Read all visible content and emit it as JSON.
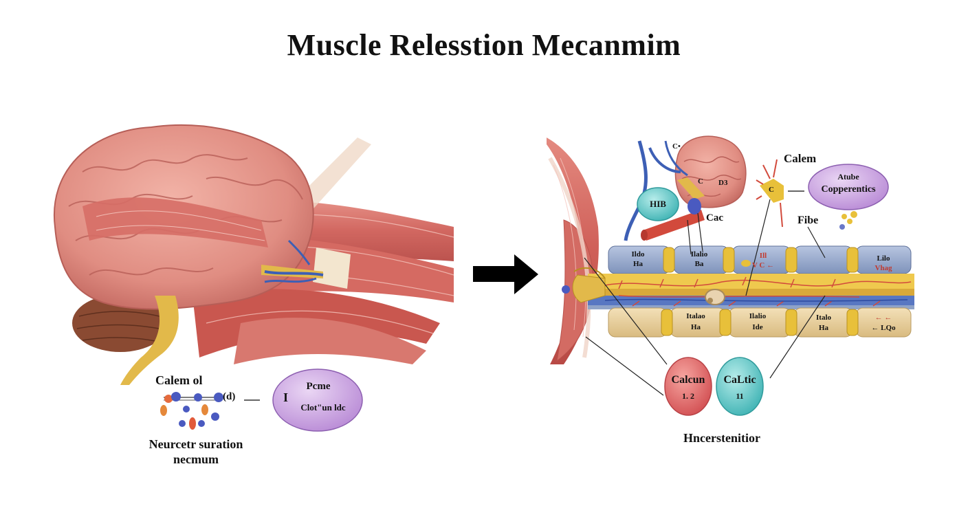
{
  "title": "Muscle Relesstion  Mecanmim",
  "left_panel": {
    "calcium_label": "Calem ol",
    "molecule_tag": "(d)",
    "oval_marker": "I",
    "oval_line1": "Pcme",
    "oval_line2": "Clot\"un ldc",
    "caption_line1": "Neurcetr suration",
    "caption_line2": "necmum"
  },
  "right_panel": {
    "c_top": "C•",
    "c_brain": "C",
    "c_d3": "D3",
    "hib": "HIB",
    "cac": "Cac",
    "calem": "Calem",
    "oval_line1": "Atube",
    "oval_line2": "Copperentics",
    "fibe": "Fibe",
    "c_glyph": "C",
    "cells_top": [
      {
        "l1": "Ildo",
        "l2": "Ha"
      },
      {
        "l1": "Ilalio",
        "l2": "Ba"
      },
      {
        "l1": "Ill",
        "l2": "V C ←"
      },
      {
        "l1": "",
        "l2": ""
      },
      {
        "l1": "Lilo",
        "l2": "Vhag"
      }
    ],
    "cells_bottom": [
      {
        "l1": "Italao",
        "l2": "Ha"
      },
      {
        "l1": "Ilalio",
        "l2": "Ide"
      },
      {
        "l1": "Italo",
        "l2": "Ha"
      },
      {
        "l1": "← ←",
        "l2": "← LQo"
      }
    ],
    "ball_red_line1": "Calcun",
    "ball_red_line2": "1. 2",
    "ball_teal_line1": "CaLtic",
    "ball_teal_line2": "11",
    "caption": "Hncerstenitior"
  },
  "colors": {
    "muscle": "#d9706a",
    "brain": "#e79a8e",
    "cerebellum": "#8a4a32",
    "nerve": "#e2b94a",
    "vessel_blue": "#3d5fb5",
    "cell_blue": "#8fa3c8",
    "cell_tan": "#e8cf9c",
    "oval_purple": "#c9a2df",
    "ball_red": "#e0696a",
    "ball_teal": "#6ccbc8"
  }
}
